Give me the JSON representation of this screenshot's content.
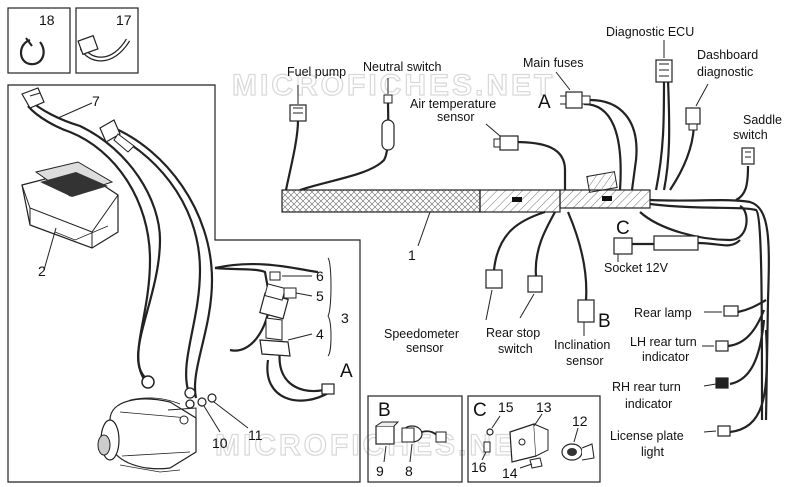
{
  "watermark": "MICROFICHES.NET",
  "labels": {
    "fuel_pump": "Fuel pump",
    "neutral_switch": "Neutral switch",
    "main_fuses": "Main fuses",
    "diagnostic_ecu": "Diagnostic ECU",
    "dashboard_diagnostic_1": "Dashboard",
    "dashboard_diagnostic_2": "diagnostic",
    "air_temp_1": "Air temperature",
    "air_temp_2": "sensor",
    "saddle_switch_1": "Saddle",
    "saddle_switch_2": "switch",
    "socket_12v": "Socket 12V",
    "rear_lamp": "Rear lamp",
    "lh_rear_turn_1": "LH rear turn",
    "lh_rear_turn_2": "indicator",
    "rh_rear_turn_1": "RH rear turn",
    "rh_rear_turn_2": "indicator",
    "license_plate_1": "License plate",
    "license_plate_2": "light",
    "speedometer_1": "Speedometer",
    "speedometer_2": "sensor",
    "rear_stop_1": "Rear stop",
    "rear_stop_2": "switch",
    "inclination_1": "Inclination",
    "inclination_2": "sensor"
  },
  "letters": {
    "a_fuses": "A",
    "c_socket": "C",
    "b_inclination": "B",
    "a_relay": "A",
    "b_box": "B",
    "c_box": "C"
  },
  "part_numbers": {
    "p1": "1",
    "p2": "2",
    "p3": "3",
    "p4": "4",
    "p5": "5",
    "p6": "6",
    "p7": "7",
    "p8": "8",
    "p9": "9",
    "p10": "10",
    "p11": "11",
    "p12": "12",
    "p13": "13",
    "p14": "14",
    "p15": "15",
    "p16": "16",
    "p17": "17",
    "p18": "18"
  }
}
